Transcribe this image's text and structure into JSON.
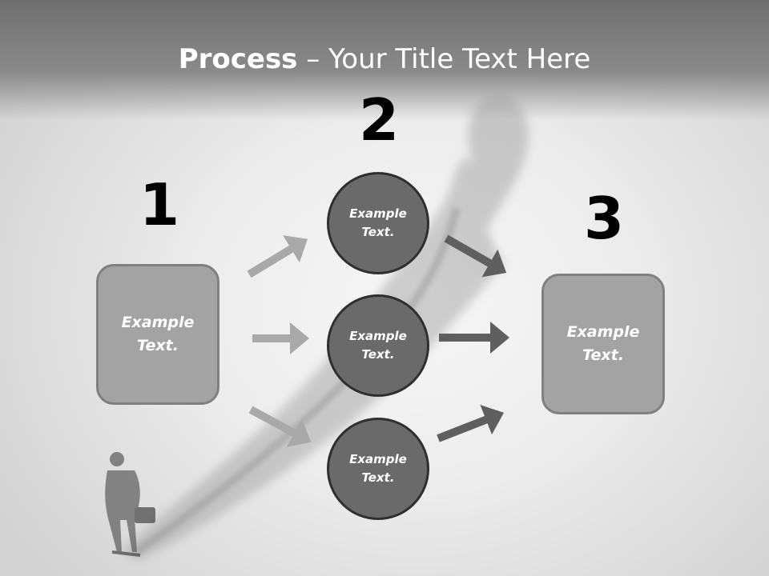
{
  "title": {
    "bold": "Process",
    "rest": " – Your Title Text Here"
  },
  "steps": [
    {
      "number": "1",
      "label": "Example\nText."
    },
    {
      "number": "2",
      "label": "Example\nText."
    },
    {
      "number": "3",
      "label": "Example\nText."
    }
  ],
  "circles": [
    {
      "label": "Example\nText."
    },
    {
      "label": "Example\nText."
    },
    {
      "label": "Example\nText."
    }
  ],
  "colors": {
    "light_arrow": "#a9a9a9",
    "dark_arrow": "#5f5f5f",
    "circle_fill": "#6a6a6a",
    "box_fill": "#a3a3a3"
  }
}
